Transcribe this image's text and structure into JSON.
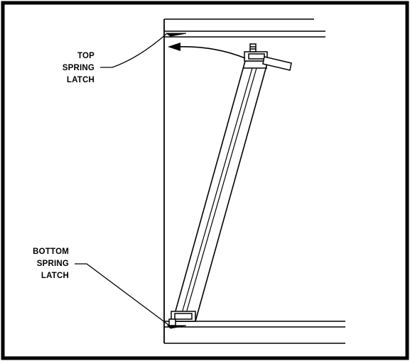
{
  "callouts": {
    "top_spring_latch": {
      "line1": "TOP",
      "line2": "SPRING",
      "line3": "LATCH"
    },
    "bottom_spring_latch": {
      "line1": "BOTTOM",
      "line2": "SPRING",
      "line3": "LATCH"
    }
  },
  "colors": {
    "ink": "#000000",
    "paper": "#ffffff"
  }
}
